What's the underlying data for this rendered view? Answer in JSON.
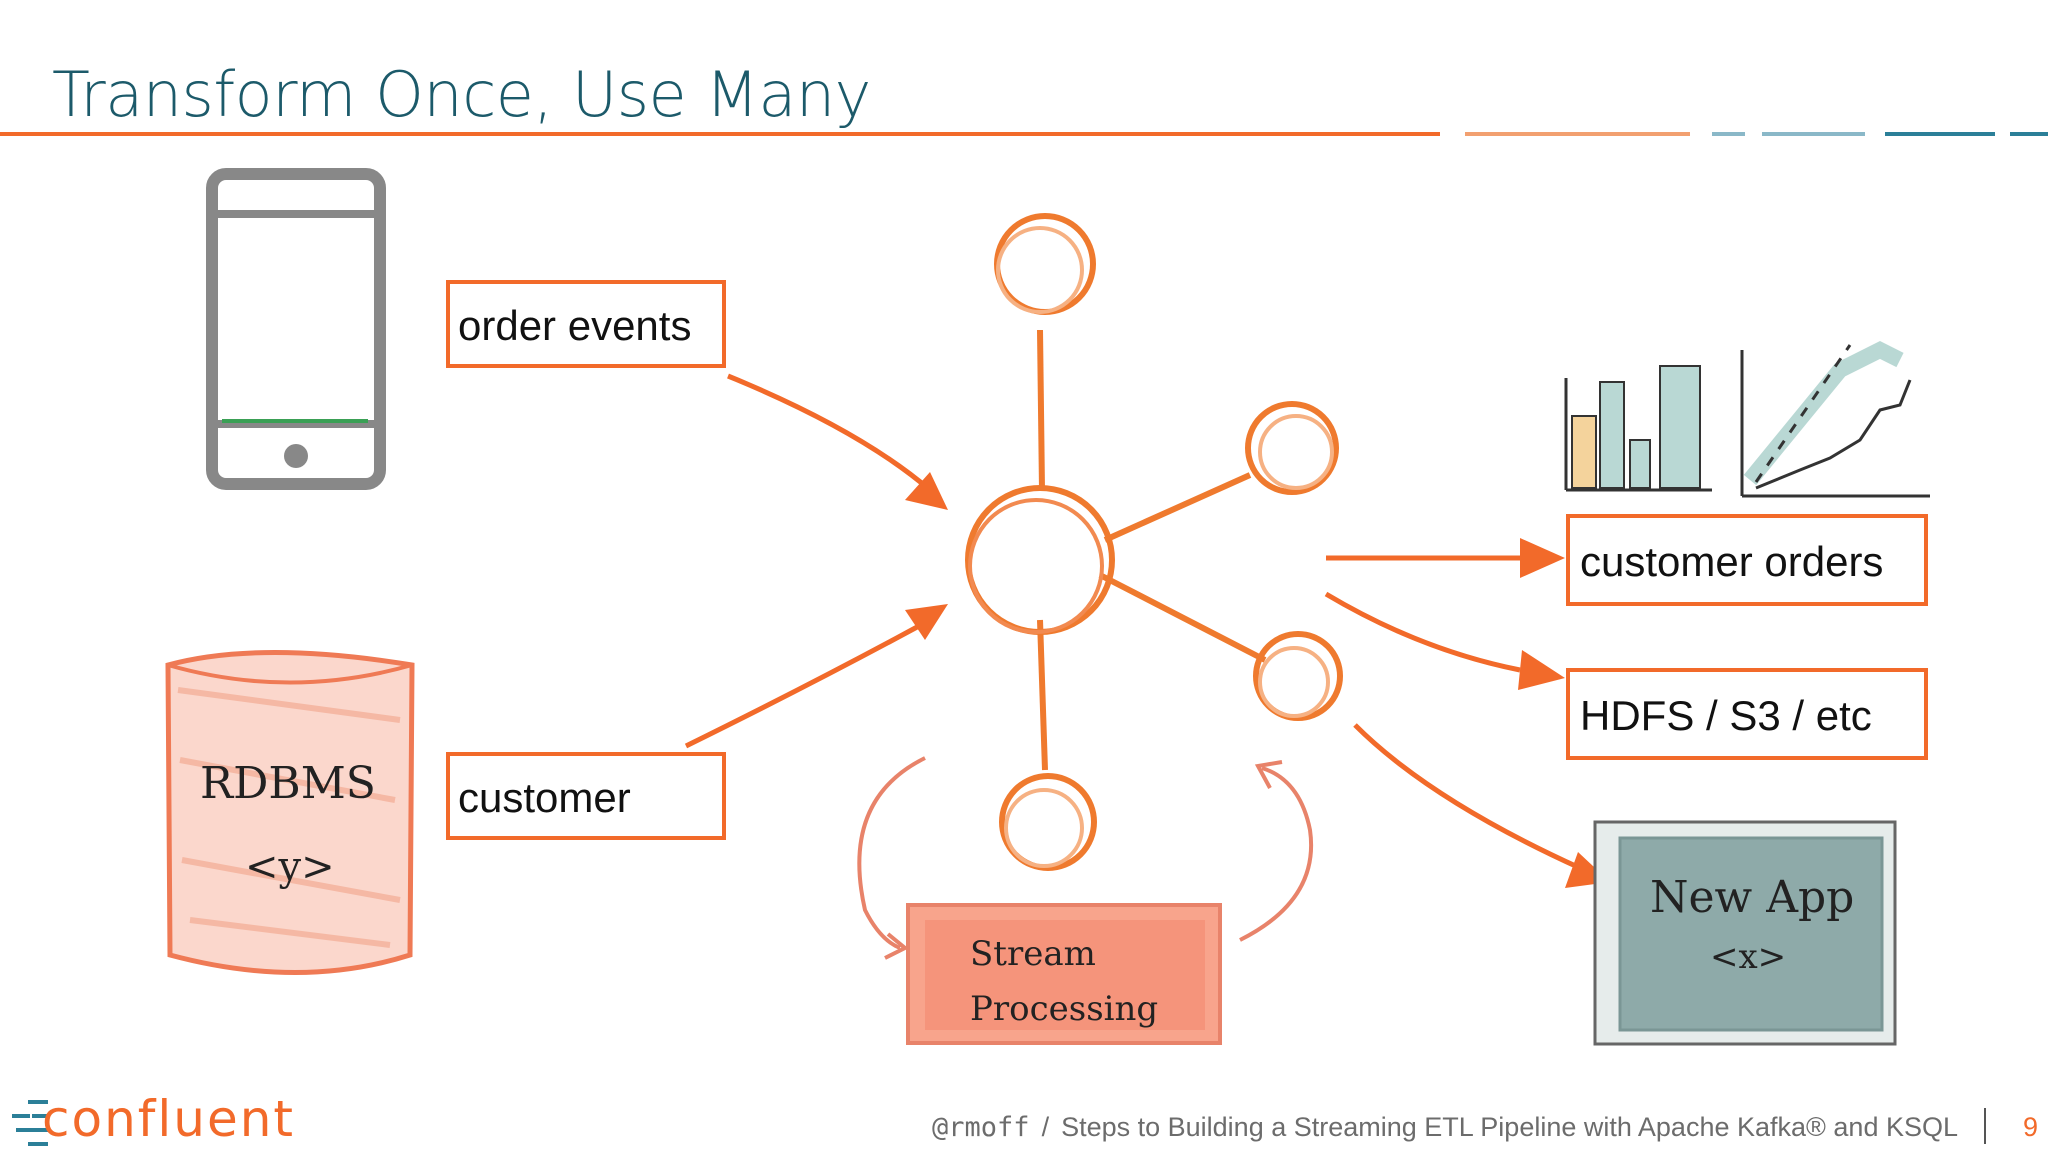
{
  "slide": {
    "title": "Transform Once, Use Many",
    "page_number": "9"
  },
  "boxes": {
    "order_events": "order events",
    "customer": "customer",
    "customer_orders": "customer orders",
    "hdfs": "HDFS / S3 / etc"
  },
  "sketches": {
    "rdbms_line1": "RDBMS",
    "rdbms_line2": "<y>",
    "stream_line1": "Stream",
    "stream_line2": "Processing",
    "newapp_line1": "New App",
    "newapp_line2": "<x>"
  },
  "footer": {
    "logo": "confluent",
    "handle": "@rmoff",
    "separator": "/",
    "talk_title": "Steps to Building a Streaming ETL Pipeline with Apache Kafka® and KSQL"
  },
  "colors": {
    "accent": "#f26a2a",
    "title": "#1c5a6a",
    "teal": "#2b7f98"
  }
}
